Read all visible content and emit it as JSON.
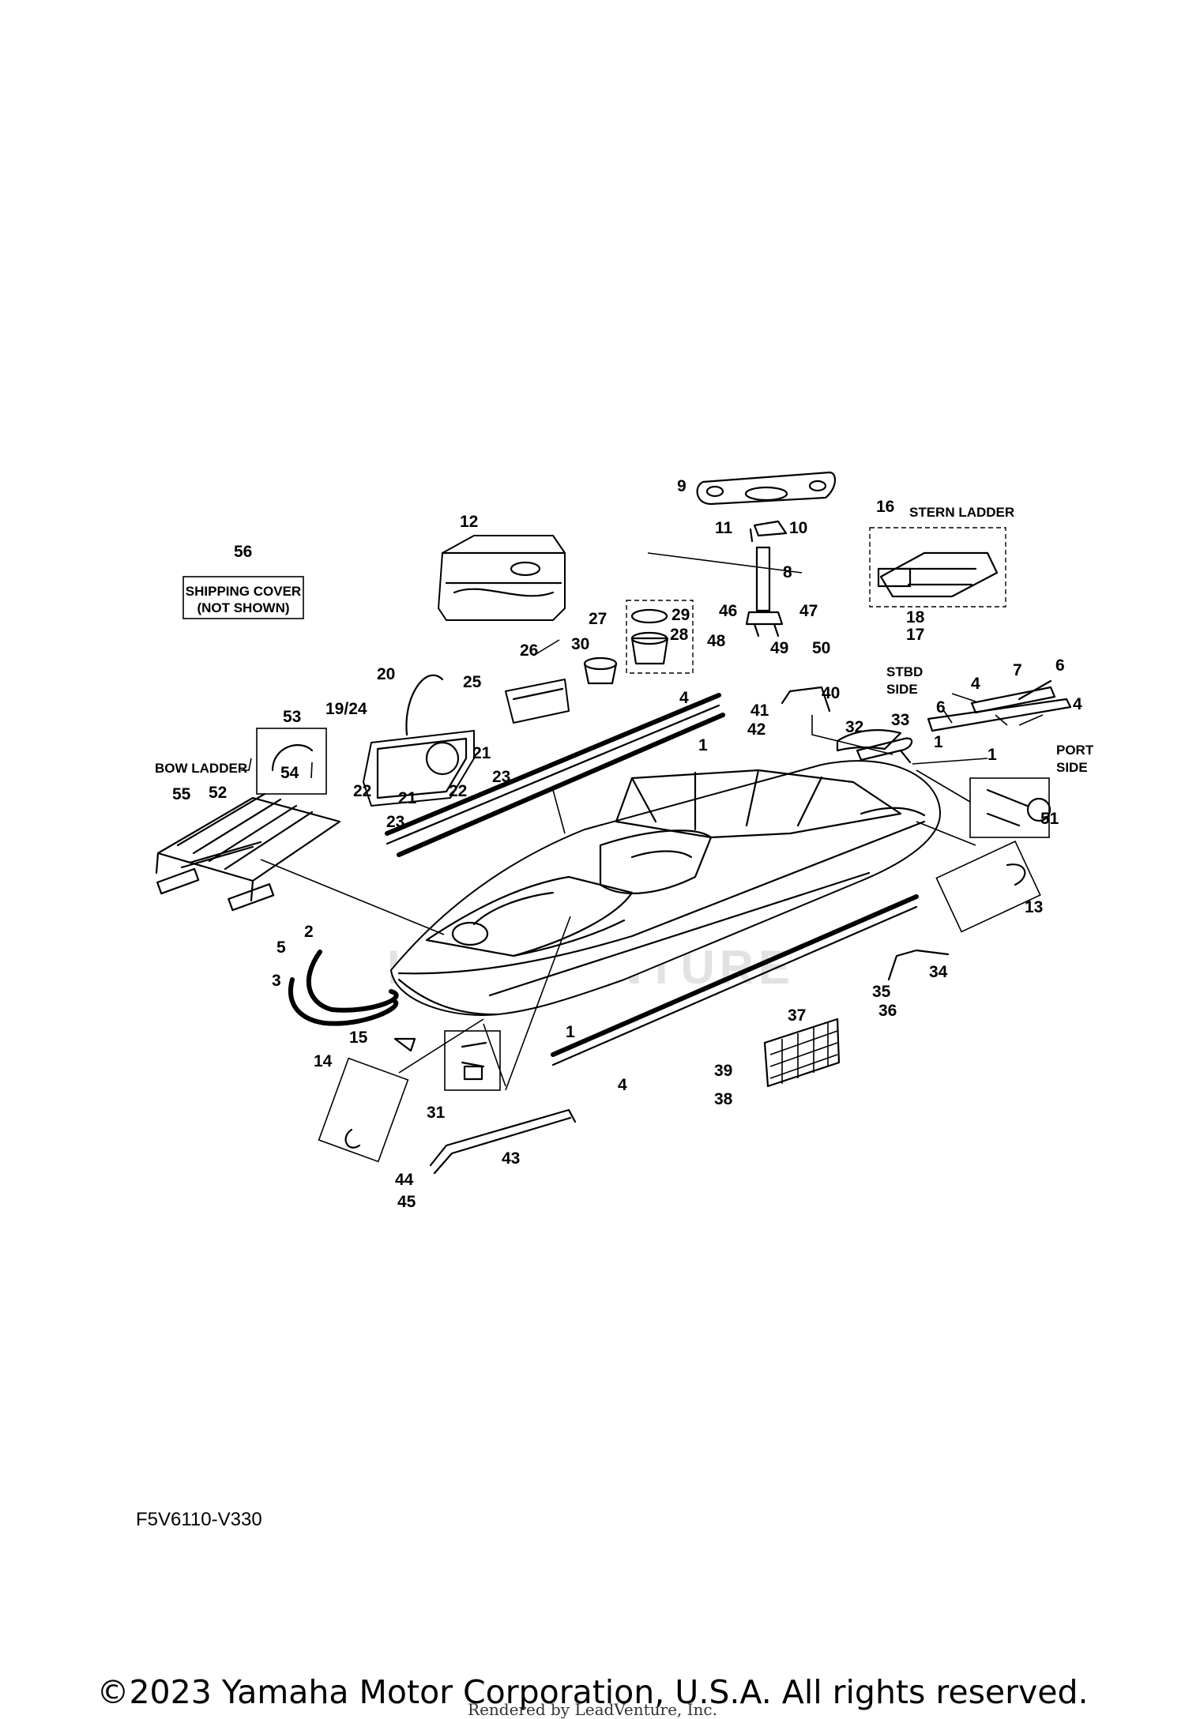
{
  "notes": {
    "stern_ladder": "STERN LADDER",
    "bow_ladder": "BOW LADDER",
    "shipping_cover_line1": "SHIPPING COVER",
    "shipping_cover_line2": "(NOT SHOWN)",
    "stbd_line1": "STBD",
    "stbd_line2": "SIDE",
    "port_line1": "PORT",
    "port_line2": "SIDE"
  },
  "callouts": {
    "c1a": "1",
    "c1b": "1",
    "c1c": "1",
    "c1d": "1",
    "c2": "2",
    "c3": "3",
    "c4a": "4",
    "c4b": "4",
    "c4c": "4",
    "c4d": "4",
    "c5": "5",
    "c6a": "6",
    "c6b": "6",
    "c7": "7",
    "c8": "8",
    "c9": "9",
    "c10": "10",
    "c11": "11",
    "c12": "12",
    "c13": "13",
    "c14": "14",
    "c15": "15",
    "c16": "16",
    "c17": "17",
    "c18": "18",
    "c1924": "19/24",
    "c20": "20",
    "c21a": "21",
    "c21b": "21",
    "c22a": "22",
    "c22b": "22",
    "c23a": "23",
    "c23b": "23",
    "c25": "25",
    "c26": "26",
    "c27": "27",
    "c28": "28",
    "c29": "29",
    "c30": "30",
    "c31": "31",
    "c32": "32",
    "c33": "33",
    "c34": "34",
    "c35": "35",
    "c36": "36",
    "c37": "37",
    "c38": "38",
    "c39": "39",
    "c40": "40",
    "c41": "41",
    "c42": "42",
    "c43": "43",
    "c44": "44",
    "c45": "45",
    "c46": "46",
    "c47": "47",
    "c48": "48",
    "c49": "49",
    "c50": "50",
    "c51": "51",
    "c52": "52",
    "c53": "53",
    "c54": "54",
    "c55": "55",
    "c56": "56"
  },
  "watermark": "LEADVENTURE",
  "footer": {
    "figure_code": "F5V6110-V330",
    "copyright": "©2023 Yamaha Motor Corporation, U.S.A. All rights reserved.",
    "rendered_by": "Rendered by LeadVenture, Inc."
  }
}
